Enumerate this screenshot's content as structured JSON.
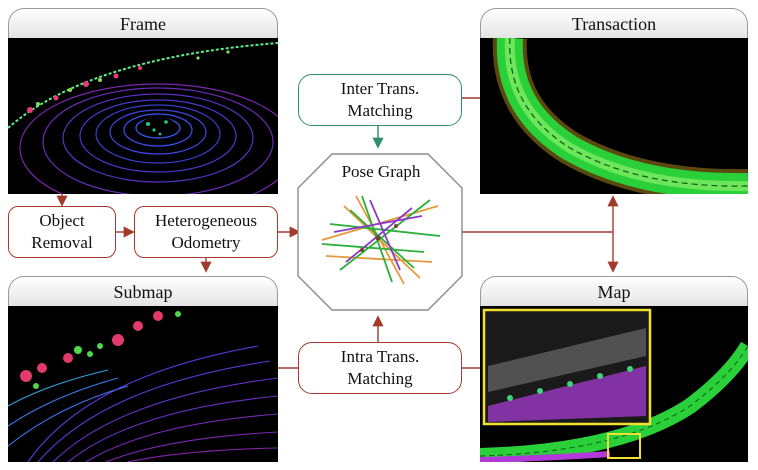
{
  "panels": {
    "frame": "Frame",
    "transaction": "Transaction",
    "submap": "Submap",
    "map": "Map"
  },
  "boxes": {
    "object_removal": [
      "Object",
      "Removal"
    ],
    "heterogeneous_odometry": [
      "Heterogeneous",
      "Odometry"
    ],
    "inter_trans_matching": [
      "Inter Trans.",
      "Matching"
    ],
    "intra_trans_matching": [
      "Intra Trans.",
      "Matching"
    ]
  },
  "pose_graph": "Pose Graph",
  "colors": {
    "red_border": "#a23a2e",
    "green_border": "#2e8f6b",
    "arrow_red": "#a23a2e",
    "arrow_green": "#2e8f6b"
  }
}
